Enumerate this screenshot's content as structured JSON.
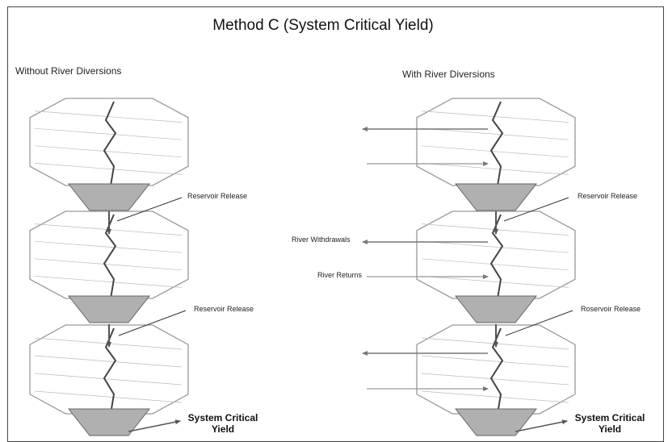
{
  "title": "Method C (System Critical Yield)",
  "left_panel": {
    "label": "Without River Diversions",
    "release_label_1": "Reservoir Release",
    "release_label_2": "Reservoir Release",
    "yield_label_line1": "System Critical",
    "yield_label_line2": "Yield"
  },
  "right_panel": {
    "label": "With River Diversions",
    "release_label_1": "Reservoir Release",
    "release_label_2": "Roservoir Release",
    "withdrawals_label": "River Withdrawals",
    "returns_label": "River Returns",
    "yield_label_line1": "System Critical",
    "yield_label_line2": "Yield"
  },
  "colors": {
    "outline": "#999999",
    "basin_fill": "#b0b0b0",
    "arrow": "#555555",
    "zigzag": "#444444"
  }
}
